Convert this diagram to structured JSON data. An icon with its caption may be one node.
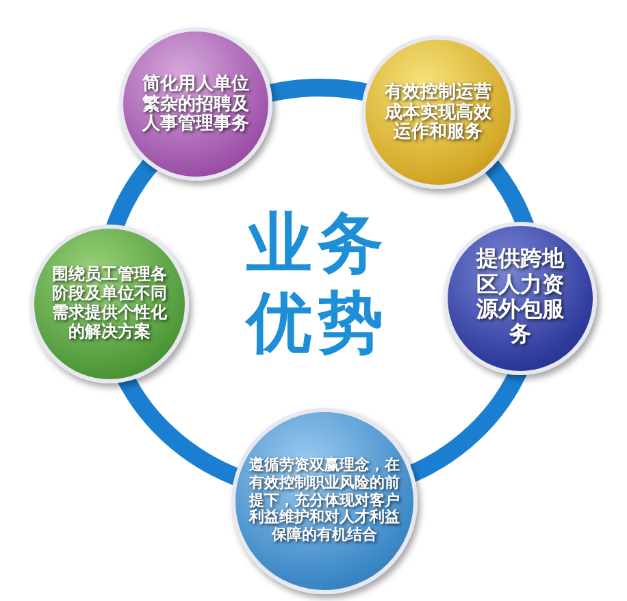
{
  "diagram": {
    "title": "业务优势",
    "nodes": [
      {
        "text": [
          "简化用人单位繁杂的招聘及人事管理事务"
        ]
      },
      {
        "text": [
          "有效控制运营成本实现高效运作和服务"
        ]
      },
      {
        "text": [
          "围绕员工管理各阶段及单位不同需求提供个性化的解决方案"
        ]
      },
      {
        "text": [
          "提供跨地区人力资源外包服务"
        ]
      },
      {
        "text": [
          "遵循劳资双赢理念，在有效控制职业风险的前提下，充分体现对客户利益维护和对人才利益保障的有机结合"
        ]
      }
    ]
  }
}
